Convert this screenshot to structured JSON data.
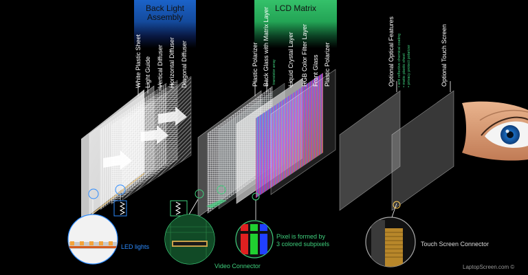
{
  "headers": {
    "backlight": "Back Light\nAssembly",
    "lcd": "LCD Matrix"
  },
  "layers": {
    "backlight": [
      "White Plastic Sheet",
      "Light Guide",
      "Vertical Diffuser",
      "Horizontal Diffuser",
      "Diagonal Diffuser"
    ],
    "lcd": [
      "Plastic Polarizer",
      "Back Glass with Matrix Layer",
      "Liquid Crystal Layer",
      "RGB Color Filter Layer",
      "Front Glass",
      "Plastic Polarizer"
    ],
    "lcd_sub": "transistor array",
    "optional_features": "Optional Optical  Features",
    "optional_features_list": [
      "• anti reflective chemical coating",
      "• matte plastic sheet",
      "• privacy protect polarizer"
    ],
    "touch": "Optional Touch Screen"
  },
  "captions": {
    "led": "LED lights",
    "video": "Video Connector",
    "pixel": "Pixel is formed by\n3 colored subpixels",
    "touch_connector": "Touch Screen Connector",
    "credit": "LaptopScreen.com ©"
  },
  "colors": {
    "header_blue": "#1b63c9",
    "header_green": "#2ab45f",
    "accent_blue": "#2d8cff",
    "accent_green": "#3fd07d"
  }
}
